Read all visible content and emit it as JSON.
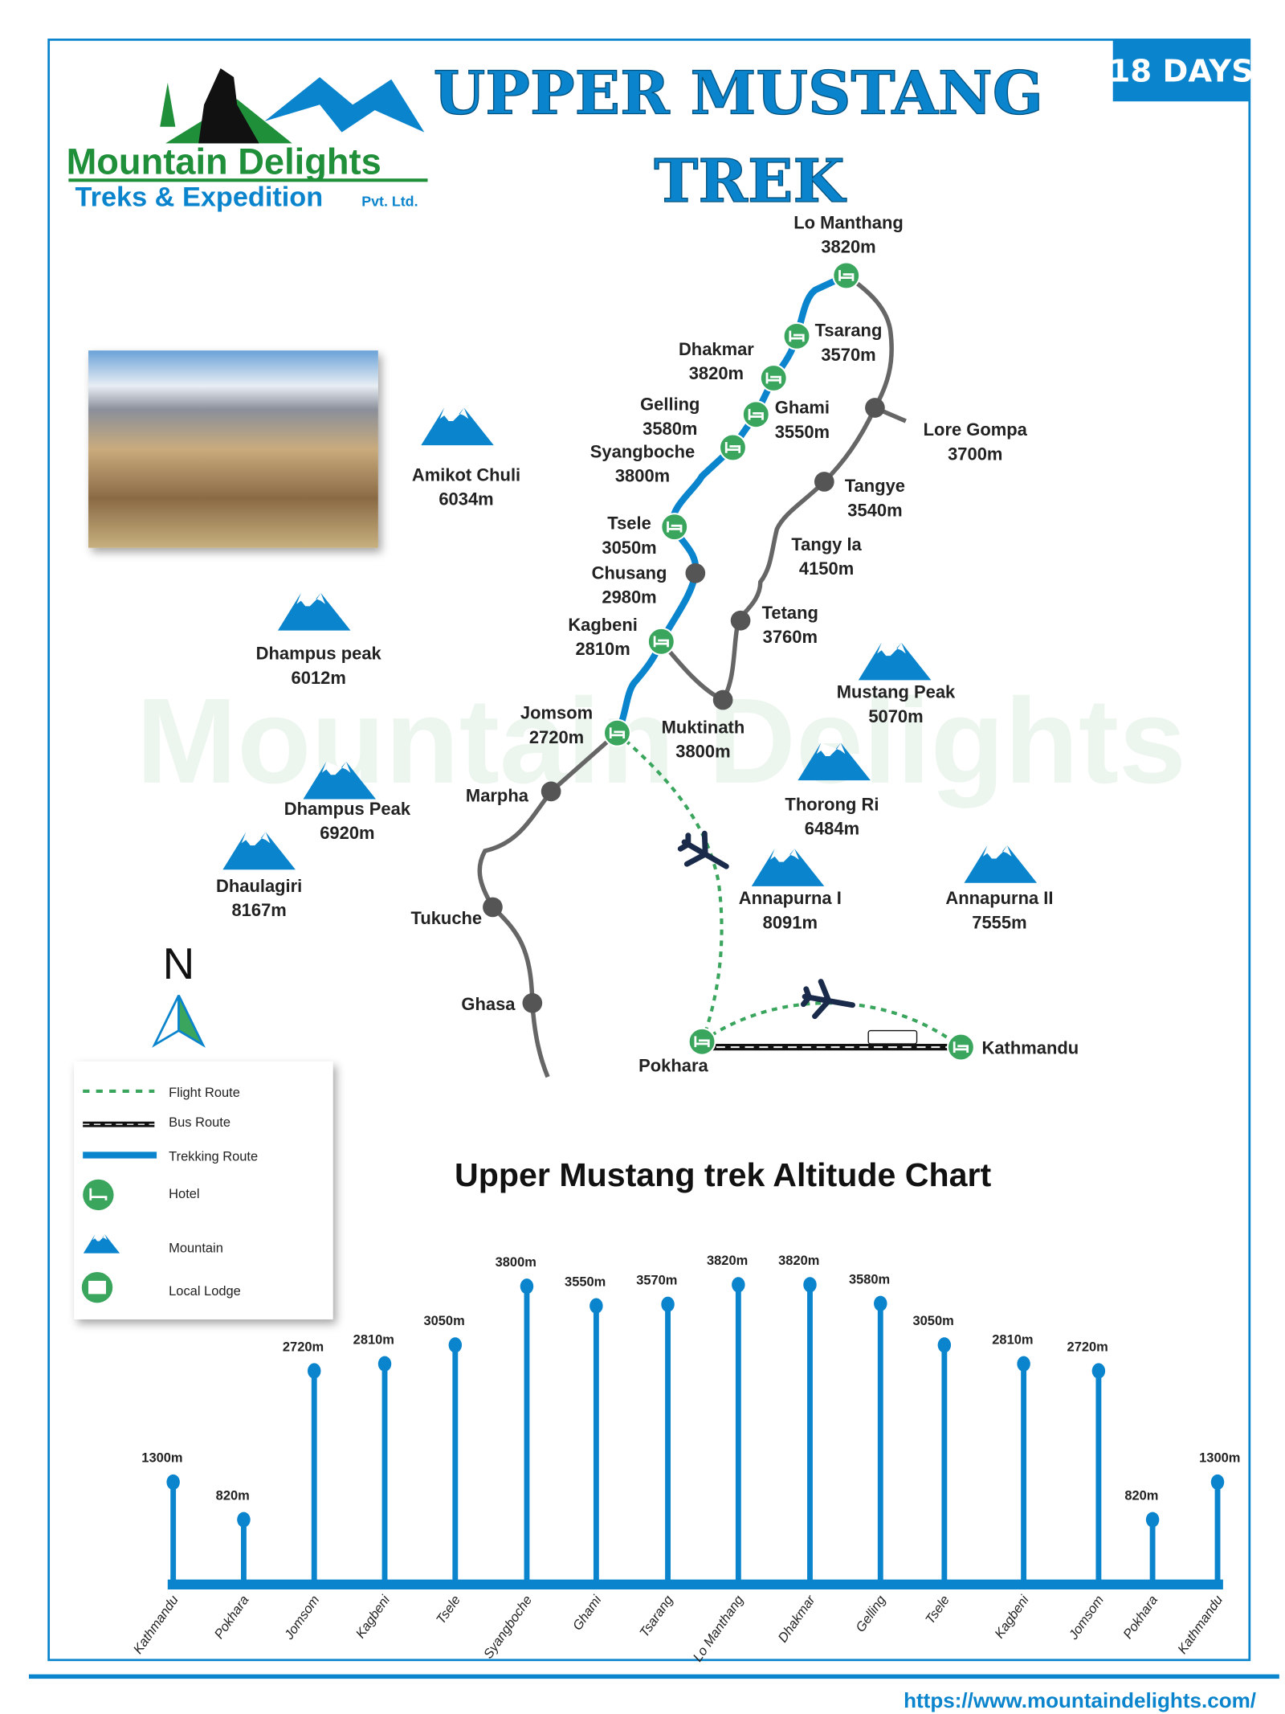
{
  "header": {
    "title_line1": "UPPER MUSTANG",
    "title_line2": "TREK",
    "duration_badge": "18 DAYS",
    "logo_text": "Mountain Delights",
    "logo_subtext": "Treks & Expedition",
    "logo_suffix": "Pvt. Ltd."
  },
  "colors": {
    "accent": "#0a84cc",
    "hotel": "#3aa55d",
    "lodge_grey": "#555555",
    "trek_route": "#0a84cc"
  },
  "map": {
    "compass": "N",
    "places": [
      {
        "name": "Lo Manthang",
        "alt": "3820m",
        "type": "hotel"
      },
      {
        "name": "Tsarang",
        "alt": "3570m",
        "type": "hotel"
      },
      {
        "name": "Dhakmar",
        "alt": "3820m",
        "type": "hotel"
      },
      {
        "name": "Gelling",
        "alt": "3580m",
        "type": "hotel"
      },
      {
        "name": "Ghami",
        "alt": "3550m",
        "type": "hotel"
      },
      {
        "name": "Syangboche",
        "alt": "3800m",
        "type": "hotel"
      },
      {
        "name": "Tsele",
        "alt": "3050m",
        "type": "hotel"
      },
      {
        "name": "Chusang",
        "alt": "2980m",
        "type": "lodge"
      },
      {
        "name": "Kagbeni",
        "alt": "2810m",
        "type": "hotel"
      },
      {
        "name": "Jomsom",
        "alt": "2720m",
        "type": "hotel"
      },
      {
        "name": "Muktinath",
        "alt": "3800m",
        "type": "lodge"
      },
      {
        "name": "Tetang",
        "alt": "3760m",
        "type": "lodge"
      },
      {
        "name": "Tangy la",
        "alt": "4150m",
        "type": "none"
      },
      {
        "name": "Tangye",
        "alt": "3540m",
        "type": "lodge"
      },
      {
        "name": "Lore Gompa",
        "alt": "3700m",
        "type": "lodge"
      },
      {
        "name": "Marpha",
        "alt": "",
        "type": "lodge"
      },
      {
        "name": "Tukuche",
        "alt": "",
        "type": "lodge"
      },
      {
        "name": "Ghasa",
        "alt": "",
        "type": "lodge"
      },
      {
        "name": "Pokhara",
        "alt": "",
        "type": "hotel"
      },
      {
        "name": "Kathmandu",
        "alt": "",
        "type": "hotel"
      }
    ],
    "mountains": [
      {
        "name": "Amikot Chuli",
        "alt": "6034m"
      },
      {
        "name": "Dhampus peak",
        "alt": "6012m"
      },
      {
        "name": "Dhampus Peak",
        "alt": "6920m"
      },
      {
        "name": "Dhaulagiri",
        "alt": "8167m"
      },
      {
        "name": "Mustang Peak",
        "alt": "5070m"
      },
      {
        "name": "Thorong Ri",
        "alt": "6484m"
      },
      {
        "name": "Annapurna I",
        "alt": "8091m"
      },
      {
        "name": "Annapurna II",
        "alt": "7555m"
      }
    ]
  },
  "legend": {
    "items": [
      {
        "label": "Flight Route",
        "icon": "dotted-green-line"
      },
      {
        "label": "Bus Route",
        "icon": "black-dashed-line"
      },
      {
        "label": "Trekking Route",
        "icon": "blue-line"
      },
      {
        "label": "Hotel",
        "icon": "bed-icon"
      },
      {
        "label": "Mountain",
        "icon": "mountain-icon"
      },
      {
        "label": "Local Lodge",
        "icon": "lodge-icon"
      }
    ]
  },
  "chart_data": {
    "type": "bar",
    "title": "Upper Mustang trek  Altitude Chart",
    "categories": [
      "Kathmandu",
      "Pokhara",
      "Jomsom",
      "Kagbeni",
      "Tsele",
      "Syangboche",
      "Ghami",
      "Tsarang",
      "Lo Manthang",
      "Dhakmar",
      "Gelling",
      "Tsele",
      "Kagbeni",
      "Jomsom",
      "Pokhara",
      "Kathmandu"
    ],
    "values": [
      1300,
      820,
      2720,
      2810,
      3050,
      3800,
      3550,
      3570,
      3820,
      3820,
      3580,
      3050,
      2810,
      2720,
      820,
      1300
    ],
    "value_labels": [
      "1300m",
      "820m",
      "2720m",
      "2810m",
      "3050m",
      "3800m",
      "3550m",
      "3570m",
      "3820m",
      "3820m",
      "3580m",
      "3050m",
      "2810m",
      "2720m",
      "820m",
      "1300m"
    ],
    "unit": "m",
    "grid": false
  },
  "footer": {
    "url": "https://www.mountaindelights.com/"
  }
}
